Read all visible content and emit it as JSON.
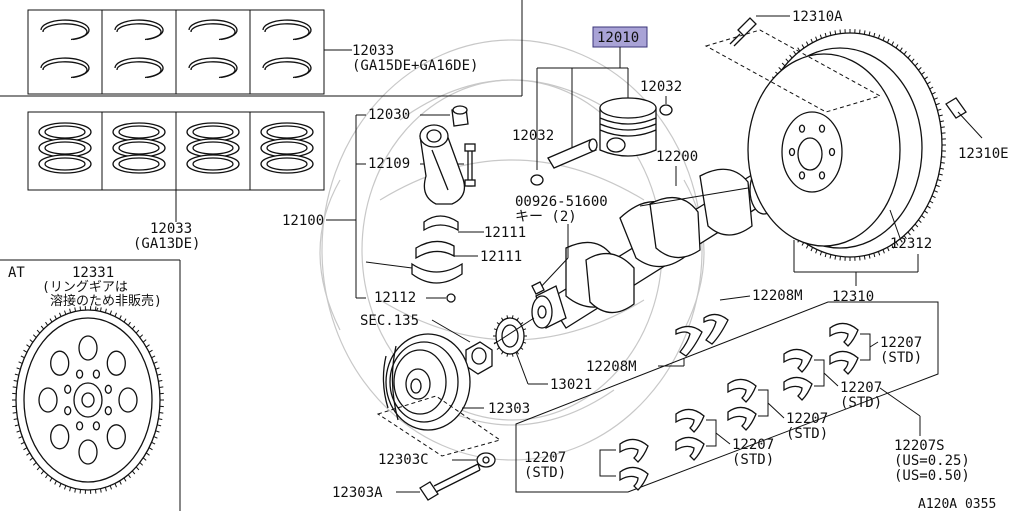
{
  "labels": {
    "piston_assy": "12010",
    "piston_pin_clip_r": "12032",
    "piston_pin_clip_l": "12032",
    "rings_ga15": "12033",
    "rings_ga15_note": "(GA15DE+GA16DE)",
    "rings_ga13": "12033",
    "rings_ga13_note": "(GA13DE)",
    "conrod_bushing": "12030",
    "conrod_bolt": "12109",
    "conrod_assy": "12100",
    "conrod_bearing_a": "12111",
    "conrod_bearing_b": "12111",
    "conrod_nut": "12112",
    "crankshaft": "12200",
    "key_part": "00926-51600",
    "key_note": "キー (2)",
    "flywheel_bolt": "12310A",
    "flywheel_pin": "12310E",
    "flywheel_ring": "12312",
    "flywheel_assy": "12310",
    "thrust_upper": "12208M",
    "thrust_lower": "12208M",
    "sec_ref": "SEC.135",
    "sprocket": "13021",
    "pulley": "12303",
    "pulley_washer": "12303C",
    "pulley_bolt": "12303A",
    "bearing_std_1": "12207",
    "bearing_std_1_note": "(STD)",
    "bearing_std_2": "12207",
    "bearing_std_2_note": "(STD)",
    "bearing_std_3": "12207",
    "bearing_std_3_note": "(STD)",
    "bearing_std_4": "12207",
    "bearing_std_4_note": "(STD)",
    "bearing_std_5": "12207",
    "bearing_std_5_note": "(STD)",
    "bearing_set": "12207S",
    "bearing_set_note1": "(US=0.25)",
    "bearing_set_note2": "(US=0.50)",
    "at_label": "AT",
    "drive_plate": "12331",
    "drive_plate_note1": "(リングギアは",
    "drive_plate_note2": "溶接のため非販売)",
    "figure_code": "A120A 0355"
  },
  "colors": {
    "highlight_fill": "#a9a3d6",
    "highlight_stroke": "#3a3478",
    "line": "#111111",
    "watermark": "#c8c8c8"
  }
}
